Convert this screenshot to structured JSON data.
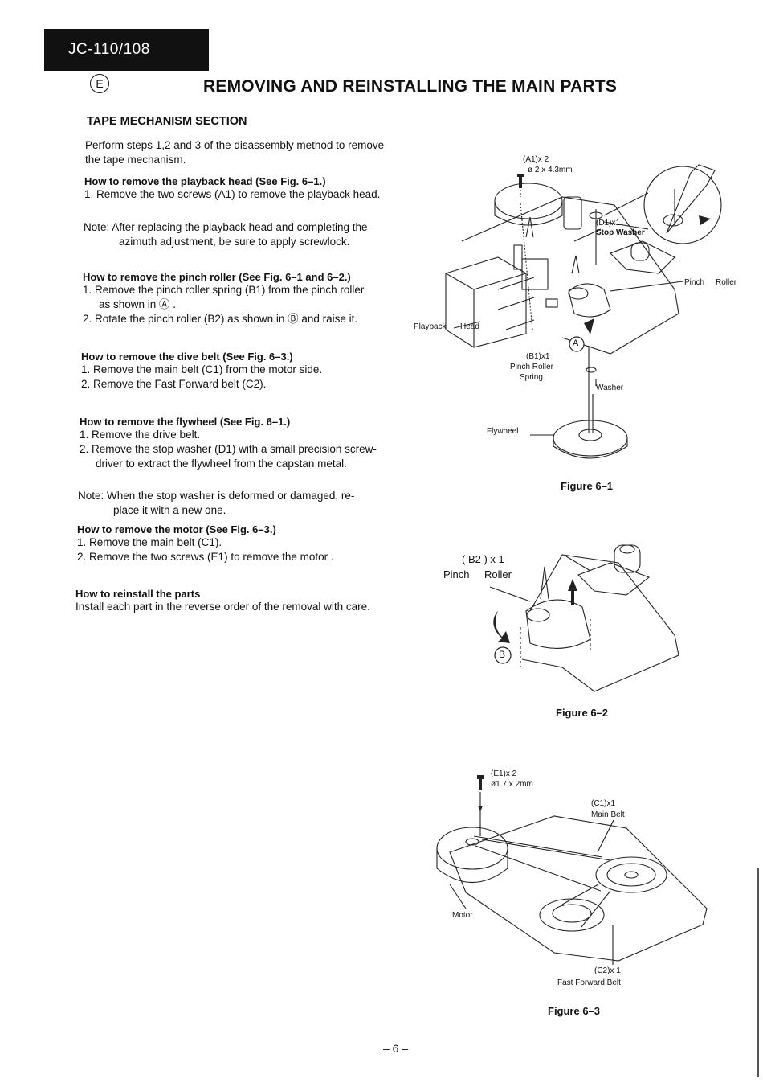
{
  "header": {
    "model": "JC-110/108",
    "section_letter": "E",
    "title": "REMOVING AND REINSTALLING THE MAIN PARTS",
    "section_heading": "TAPE MECHANISM SECTION"
  },
  "intro": [
    "Perform steps 1,2 and 3 of the disassembly method to remove",
    "the tape mechanism."
  ],
  "playback_head": {
    "heading": "How to remove the playback head (See Fig. 6–1.)",
    "step1": "1. Remove the two screws (A1) to remove the playback head.",
    "note1": "Note: After replacing the playback head and completing the",
    "note2": "azimuth adjustment, be sure to apply screwlock."
  },
  "pinch_roller": {
    "heading": "How to remove the pinch roller (See Fig. 6–1 and 6–2.)",
    "step1a": "1. Remove the pinch roller spring (B1) from the pinch roller",
    "step1b": "as shown in Ⓐ .",
    "step2": "2. Rotate the pinch roller (B2) as shown in Ⓑ and raise it."
  },
  "drive_belt": {
    "heading": "How to remove the dive belt (See Fig. 6–3.)",
    "step1": "1. Remove the main belt (C1) from the motor side.",
    "step2": "2. Remove the Fast Forward belt (C2)."
  },
  "flywheel": {
    "heading": "How to remove the flywheel (See Fig. 6–1.)",
    "step1": "1. Remove the drive belt.",
    "step2a": "2. Remove the stop washer (D1) with a small precision screw-",
    "step2b": "driver to extract the flywheel from the capstan metal.",
    "note1": "Note: When the stop washer is deformed or damaged, re-",
    "note2": "place it with a new one."
  },
  "motor": {
    "heading": "How to remove the motor (See Fig. 6–3.)",
    "step1": "1. Remove the main belt (C1).",
    "step2": "2. Remove the two screws (E1) to remove the motor ."
  },
  "reinstall": {
    "heading": "How to reinstall the parts",
    "text": "Install each part in the reverse order of the removal with care."
  },
  "fig1": {
    "screw_qty": "(A1)x 2",
    "screw_size": "ø 2 x 4.3mm",
    "d1": "(D1)x1",
    "stop_washer": "Stop Washer",
    "pinch": "Pinch",
    "roller": "Roller",
    "playback": "Playback",
    "head": "Head",
    "marker_a": "A",
    "b1": "(B1)x1",
    "pinch_roller": "Pinch Roller",
    "spring": "Spring",
    "washer": "Washer",
    "flywheel": "Flywheel",
    "caption": "Figure 6–1"
  },
  "fig2": {
    "b2": "( B2 ) x 1",
    "pinch": "Pinch",
    "roller": "Roller",
    "marker_b": "B",
    "caption": "Figure 6–2"
  },
  "fig3": {
    "e1": "(E1)x 2",
    "e1_size": "ø1.7 x 2mm",
    "c1": "(C1)x1",
    "main_belt": "Main Belt",
    "motor": "Motor",
    "c2": "(C2)x 1",
    "ff_belt": "Fast Forward Belt",
    "caption": "Figure 6–3"
  },
  "footer": {
    "page_number": "– 6 –"
  }
}
